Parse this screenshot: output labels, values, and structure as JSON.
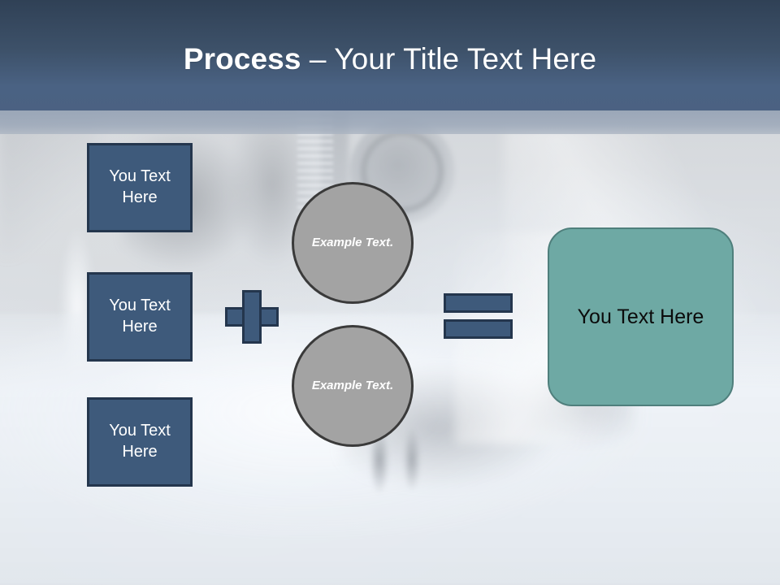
{
  "slide": {
    "title": {
      "emphasis": "Process",
      "rest": " – Your Title Text Here"
    },
    "colors": {
      "title_bar_top": "#304156",
      "title_bar_bottom": "#4b6182",
      "title_underband": "#9aa8b8",
      "blue_box_fill": "#3e5a7b",
      "blue_box_border": "#24364d",
      "circle_fill": "#a3a3a3",
      "circle_border": "#3a3a3a",
      "teal_fill": "#6ea9a4",
      "teal_border": "#4f7f7c",
      "title_text": "#ffffff",
      "teal_text": "#0b0b0b"
    },
    "input_boxes": [
      {
        "label": "You Text Here"
      },
      {
        "label": "You Text Here"
      },
      {
        "label": "You Text Here"
      }
    ],
    "operator_plus": {
      "symbol": "+",
      "name": "plus"
    },
    "circles": [
      {
        "label": "Example Text."
      },
      {
        "label": "Example Text."
      }
    ],
    "operator_equals": {
      "symbol": "=",
      "name": "equals"
    },
    "result_box": {
      "label": "You Text Here"
    },
    "background": {
      "description": "faded medical / operating-room photograph"
    }
  }
}
